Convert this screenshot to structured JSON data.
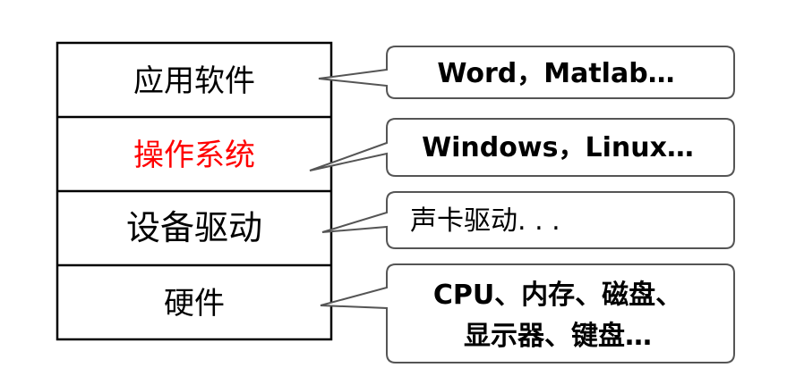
{
  "layers": [
    {
      "label": "应用软件",
      "color": "#000000"
    },
    {
      "label": "操作系统",
      "color": "#ff0000"
    },
    {
      "label": "设备驱动",
      "color": "#000000"
    },
    {
      "label": "硬件",
      "color": "#000000"
    }
  ],
  "callouts": [
    {
      "lines": [
        "Word，Matlab…"
      ]
    },
    {
      "lines": [
        "Windows，Linux…"
      ]
    },
    {
      "lines": [
        "声卡驱动. . ."
      ]
    },
    {
      "lines": [
        "CPU、内存、磁盘、",
        "显示器、键盘…"
      ]
    }
  ],
  "colors": {
    "line": "#000000",
    "bubble_stroke": "#555555",
    "highlight": "#ff0000"
  }
}
